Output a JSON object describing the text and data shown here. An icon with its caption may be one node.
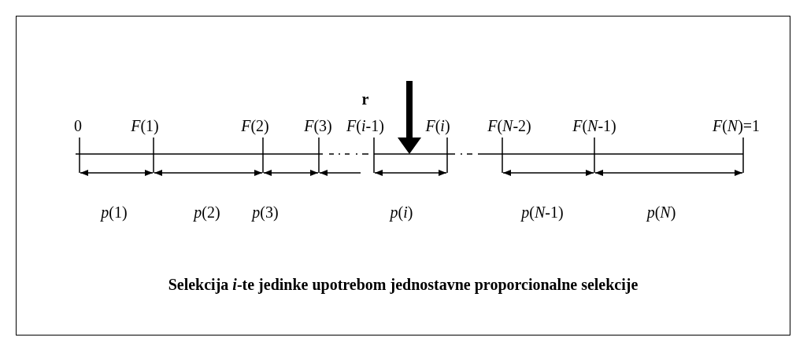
{
  "diagram": {
    "caption": "Selekcija *i*-te jedinke upotrebom jednostavne proporcionalne selekcije",
    "labels": [
      "r",
      "0",
      "*F*(1)",
      "*F*(2)",
      "*F*(3)",
      "*F*(*i*-1)",
      "*F*(*i*)",
      "*F*(*N*-2)",
      "*F*(*N*-1)",
      "*F*(*N*)=1",
      "*p*(1)",
      "*p*(2)",
      "*p*(3)",
      "*p*(*i*)",
      "*p*(*N*-1)",
      "*p*(*N*)"
    ]
  }
}
